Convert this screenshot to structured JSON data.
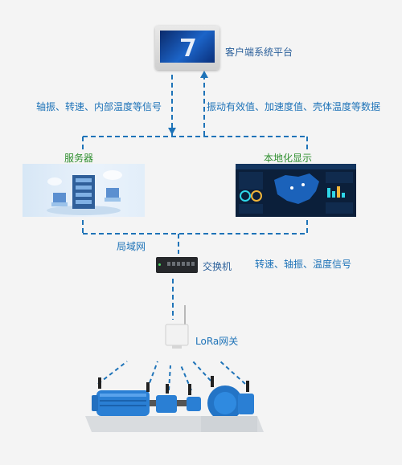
{
  "labels": {
    "platform": "客户端系统平台",
    "uplink_left": "轴振、转速、内部温度等信号",
    "uplink_right": "振动有效值、加速度值、壳体温度等数据",
    "server": "服务器",
    "local_display": "本地化显示",
    "lan": "局域网",
    "switch": "交换机",
    "switch_signals": "转速、轴振、温度信号",
    "lora_gateway": "LoRa网关"
  },
  "colors": {
    "connector": "#1e73b8",
    "label_blue": "#1e73b8",
    "label_green": "#2f8f2f"
  },
  "icons": {
    "platform": "touch-panel-icon",
    "server": "server-rack-icon",
    "display": "map-dashboard-icon",
    "switch": "network-switch-icon",
    "gateway": "lora-gateway-icon",
    "machine": "motor-pump-icon"
  }
}
